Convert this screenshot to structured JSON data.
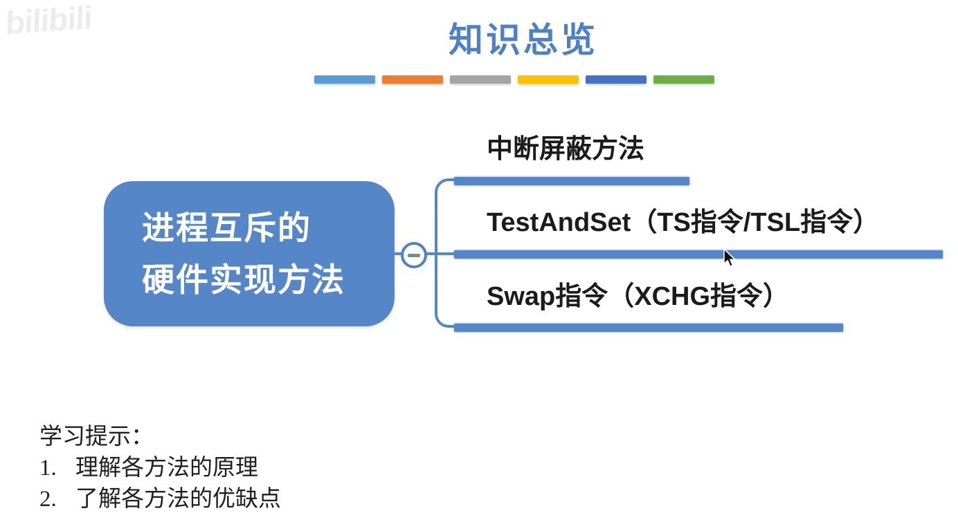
{
  "watermark": {
    "text": "bilibili"
  },
  "header": {
    "title": "知识总览",
    "divider_colors": [
      "#5B9BD5",
      "#ED7D31",
      "#A5A5A5",
      "#FFC000",
      "#4472C4",
      "#70AD47"
    ]
  },
  "colors": {
    "title_text": "#4E81C4",
    "node_fill": "#5586C8",
    "node_text": "#FFFFFF",
    "connector": "#5586C8",
    "branch_text": "#1B1B1B",
    "notes_text": "#1F1F1F"
  },
  "mindmap": {
    "root_label": "进程互斥的\n硬件实现方法",
    "collapse_icon": "minus-icon",
    "branches": [
      {
        "label": "中断屏蔽方法"
      },
      {
        "label": "TestAndSet（TS指令/TSL指令）"
      },
      {
        "label": "Swap指令（XCHG指令）"
      }
    ]
  },
  "notes": {
    "heading": "学习提示：",
    "items": [
      {
        "number": "1.",
        "text": "理解各方法的原理"
      },
      {
        "number": "2.",
        "text": "了解各方法的优缺点"
      }
    ]
  }
}
